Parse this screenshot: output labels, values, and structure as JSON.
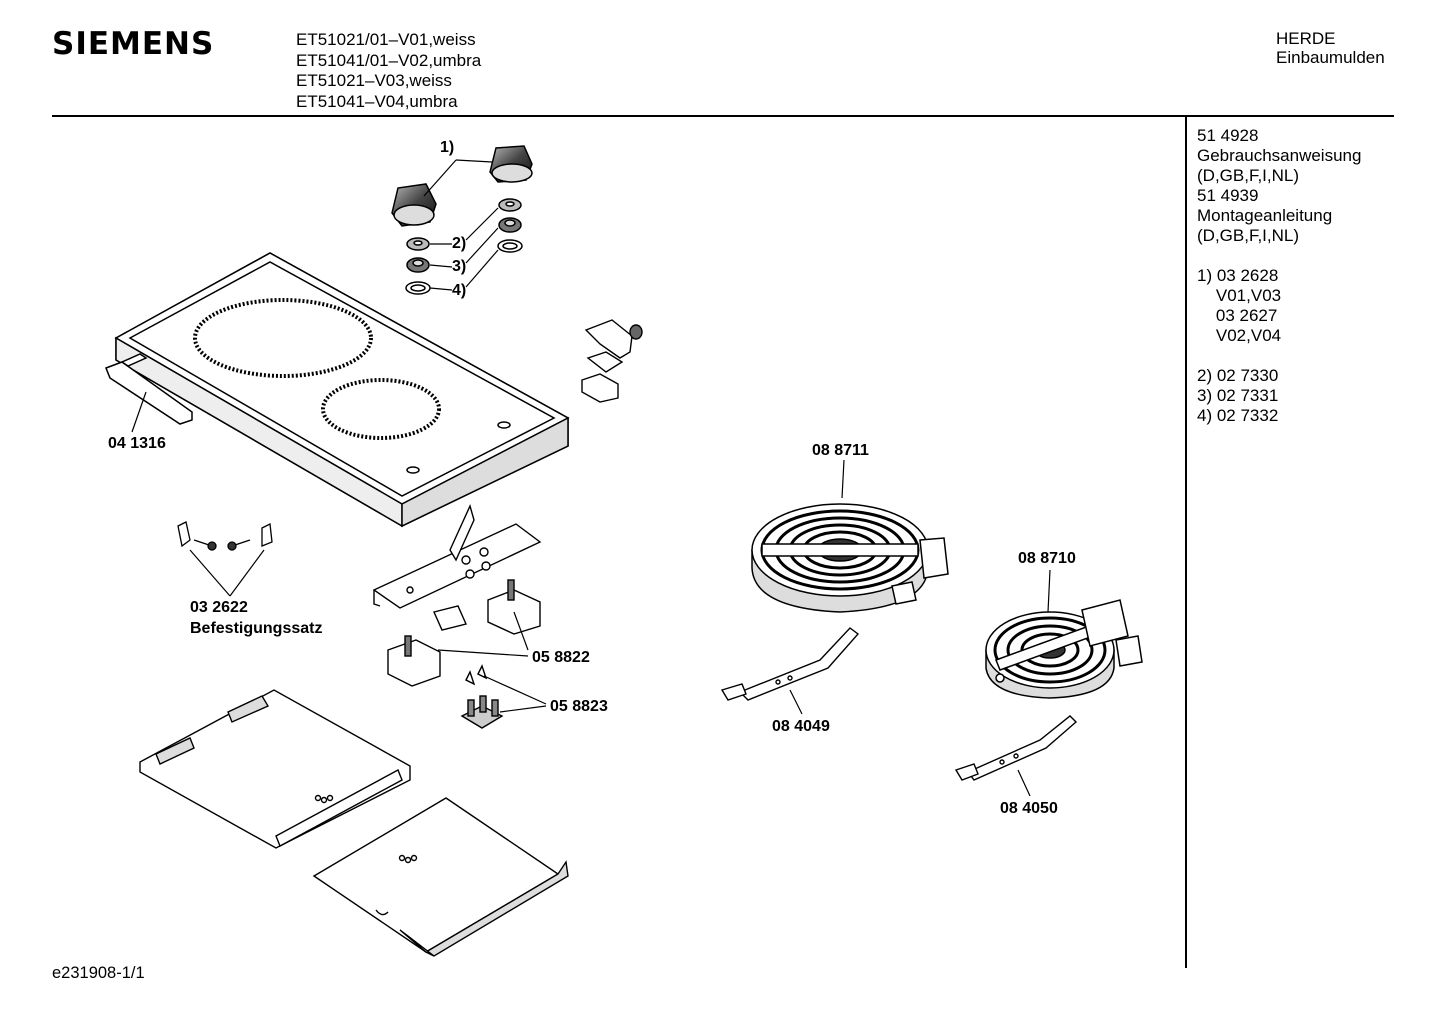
{
  "header": {
    "brand": "SIEMENS",
    "models": [
      "ET51021/01–V01,weiss",
      "ET51041/01–V02,umbra",
      "ET51021–V03,weiss",
      "ET51041–V04,umbra"
    ],
    "category": [
      "HERDE",
      "Einbaumulden"
    ]
  },
  "side_notes": [
    "51 4928",
    "Gebrauchsanweisung",
    "(D,GB,F,I,NL)",
    "51 4939",
    "Montageanleitung",
    "(D,GB,F,I,NL)",
    "",
    "1) 03 2628",
    "    V01,V03",
    "    03 2627",
    "    V02,V04",
    "",
    "2) 02 7330",
    "3) 02 7331",
    "4) 02 7332"
  ],
  "part_labels": {
    "knobs": "1)",
    "ring2": "2)",
    "ring3": "3)",
    "ring4": "4)",
    "trim": "04 1316",
    "fixing_number": "03 2622",
    "fixing_name": "Befestigungssatz",
    "regulator": "05 8822",
    "terminal": "05 8823",
    "heater_large": "08 8711",
    "heater_small": "08 8710",
    "limiter_large": "08 4049",
    "limiter_small": "08 4050"
  },
  "footer": "e231908-1/1"
}
